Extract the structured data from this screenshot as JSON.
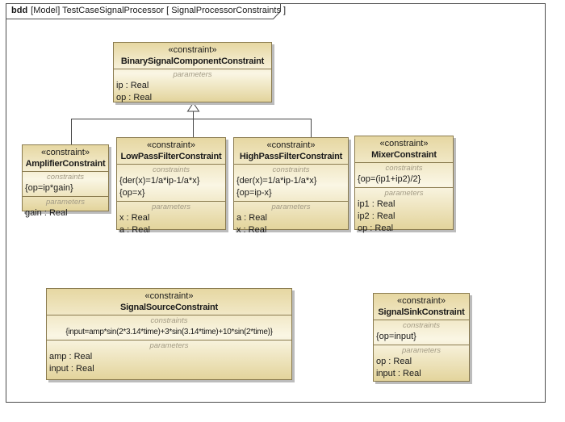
{
  "diagram": {
    "kind": "bdd",
    "header": "[Model] TestCaseSignalProcessor [ SignalProcessorConstraints ]"
  },
  "labels": {
    "stereotype": "«constraint»",
    "constraints": "constraints",
    "parameters": "parameters"
  },
  "colors": {
    "block_fill_dark": "#e6d7a2",
    "block_fill_light": "#faf6e4",
    "block_border": "#8a7b4f",
    "connector": "#464646",
    "shadow": "#bcbcbc",
    "compartment_label": "#a39b85"
  },
  "blocks": {
    "binary": {
      "name": "BinarySignalComponentConstraint",
      "parameters": [
        "ip : Real",
        "op : Real"
      ]
    },
    "amplifier": {
      "name": "AmplifierConstraint",
      "constraints": [
        "{op=ip*gain}"
      ],
      "parameters": [
        "gain : Real"
      ]
    },
    "lowpass": {
      "name": "LowPassFilterConstraint",
      "constraints": [
        "{der(x)=1/a*ip-1/a*x}",
        "{op=x}"
      ],
      "parameters": [
        "x : Real",
        "a : Real"
      ]
    },
    "highpass": {
      "name": "HighPassFilterConstraint",
      "constraints": [
        "{der(x)=1/a*ip-1/a*x}",
        "{op=ip-x}"
      ],
      "parameters": [
        "a : Real",
        "x : Real"
      ]
    },
    "mixer": {
      "name": "MixerConstraint",
      "constraints": [
        "{op=(ip1+ip2)/2}"
      ],
      "parameters": [
        "ip1 : Real",
        "ip2 : Real",
        "op : Real"
      ]
    },
    "source": {
      "name": "SignalSourceConstraint",
      "constraints": [
        "{input=amp*sin(2*3.14*time)+3*sin(3.14*time)+10*sin(2*time)}"
      ],
      "parameters": [
        "amp : Real",
        "input : Real"
      ]
    },
    "sink": {
      "name": "SignalSinkConstraint",
      "constraints": [
        "{op=input}"
      ],
      "parameters": [
        "op : Real",
        "input : Real"
      ]
    }
  }
}
